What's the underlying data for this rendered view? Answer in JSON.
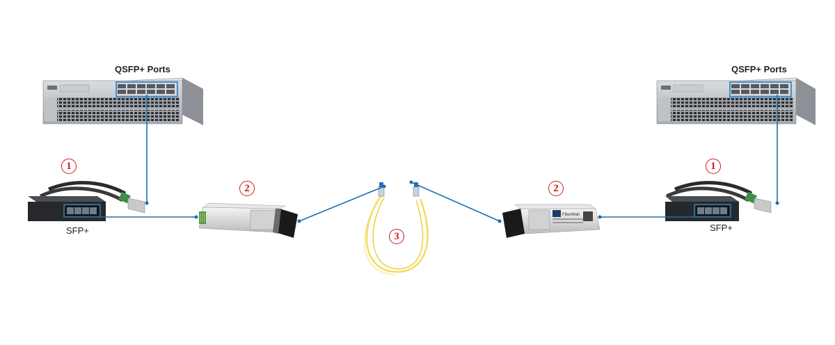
{
  "labels": {
    "switch_left_ports": "QSFP+ Ports",
    "switch_right_ports": "QSFP+ Ports",
    "breakout_left": "SFP+",
    "breakout_right": "SFP+"
  },
  "badges": {
    "breakout_left": "1",
    "breakout_right": "1",
    "transceiver_left": "2",
    "transceiver_right": "2",
    "fiber_cable": "3"
  },
  "transceiver_right_brand": "FiberMall",
  "colors": {
    "connector_line": "#1a6fae",
    "badge": "#d01818",
    "port_highlight": "#2a7fc0",
    "fiber": "#f2dc5a"
  }
}
